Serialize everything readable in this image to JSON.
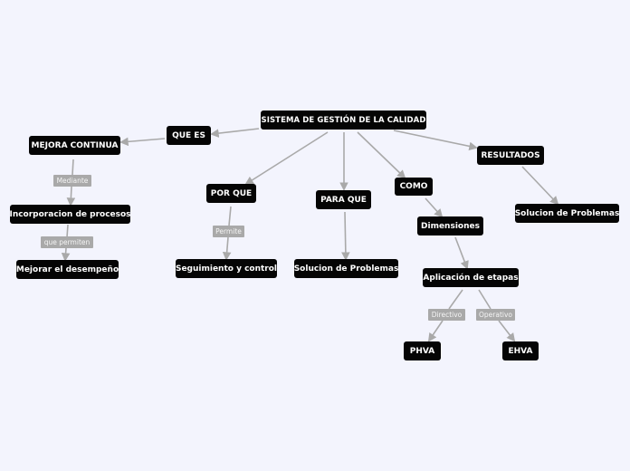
{
  "nodes": {
    "root": "SISTEMA DE GESTIÓN DE LA CALIDAD",
    "que_es": "QUE ES",
    "mejora_continua": "MEJORA CONTINUA",
    "incorporacion": "Incorporacion de procesos",
    "mejorar_desempeno": "Mejorar el desempeño",
    "por_que": "POR QUE",
    "seguimiento": "Seguimiento y control",
    "para_que": "PARA QUE",
    "solucion1": "Solucion de Problemas",
    "como": "COMO",
    "dimensiones": "Dimensiones",
    "aplicacion": "Aplicación de etapas",
    "phva": "PHVA",
    "ehva": "EHVA",
    "resultados": "RESULTADOS",
    "solucion2": "Solucion de Problemas"
  },
  "connectors": {
    "mediante": "Mediante",
    "que_permiten": "que permiten",
    "permite": "Permite",
    "directivo": "Directivo",
    "operativo": "Operativo"
  },
  "colors": {
    "background": "#f3f4fd",
    "node": "#050505",
    "node_text": "#ffffff",
    "link": "#a9a9a9"
  }
}
